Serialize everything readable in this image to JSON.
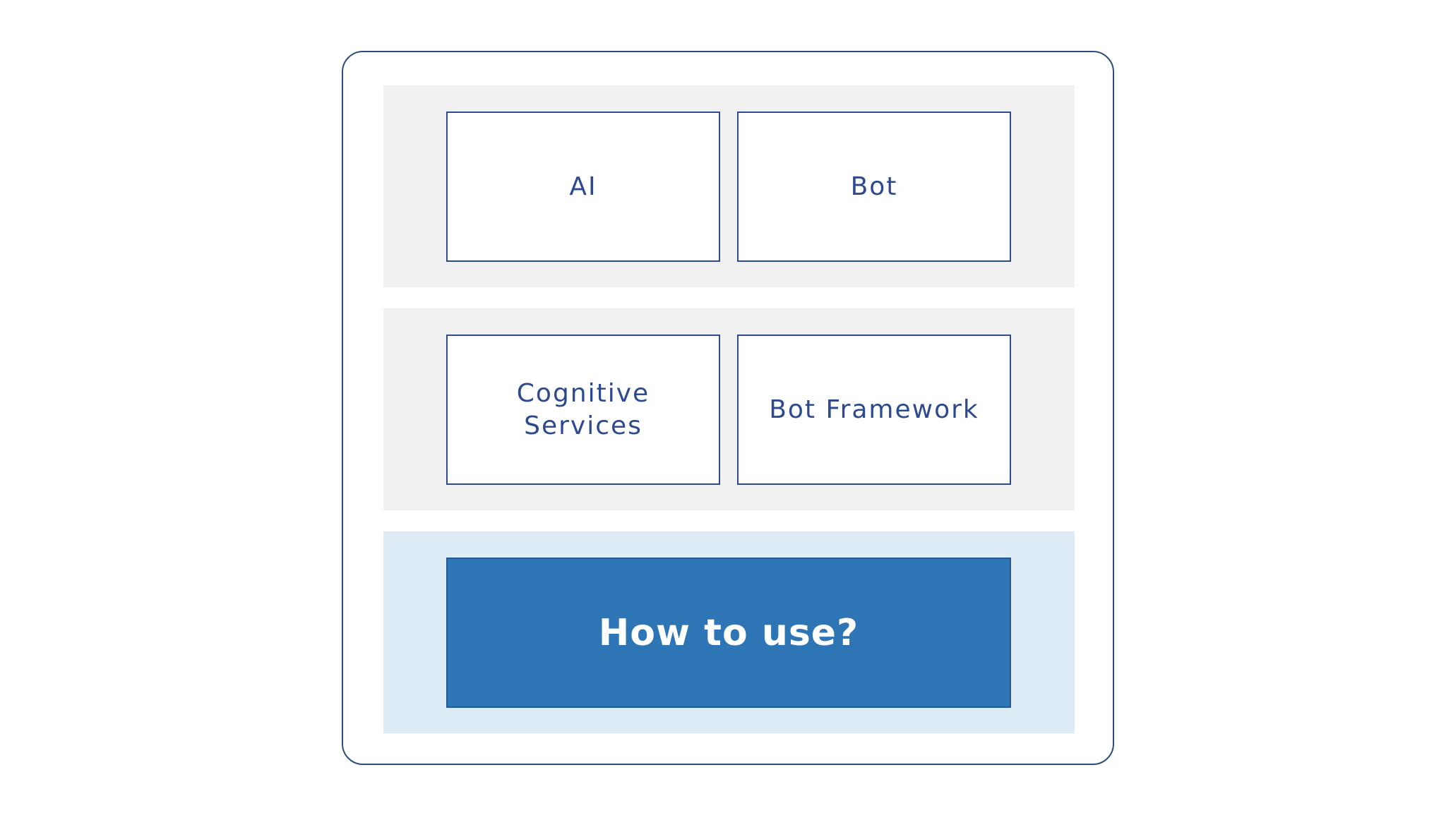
{
  "diagram": {
    "layers": [
      {
        "name": "top-layer",
        "boxes": [
          {
            "label": "AI"
          },
          {
            "label": "Bot"
          }
        ]
      },
      {
        "name": "middle-layer",
        "boxes": [
          {
            "label": "Cognitive\nServices"
          },
          {
            "label": "Bot Framework"
          }
        ]
      },
      {
        "name": "bottom-layer",
        "boxes": [
          {
            "label": "How to use?"
          }
        ]
      }
    ],
    "colors": {
      "frame_border": "#2a4d7a",
      "layer_gray": "#f1f1f2",
      "layer_blue": "#ddebf7",
      "box_border": "#2e4a8f",
      "box_text": "#2e4a8f",
      "highlight_fill": "#2e75b6",
      "highlight_text": "#ffffff"
    }
  }
}
